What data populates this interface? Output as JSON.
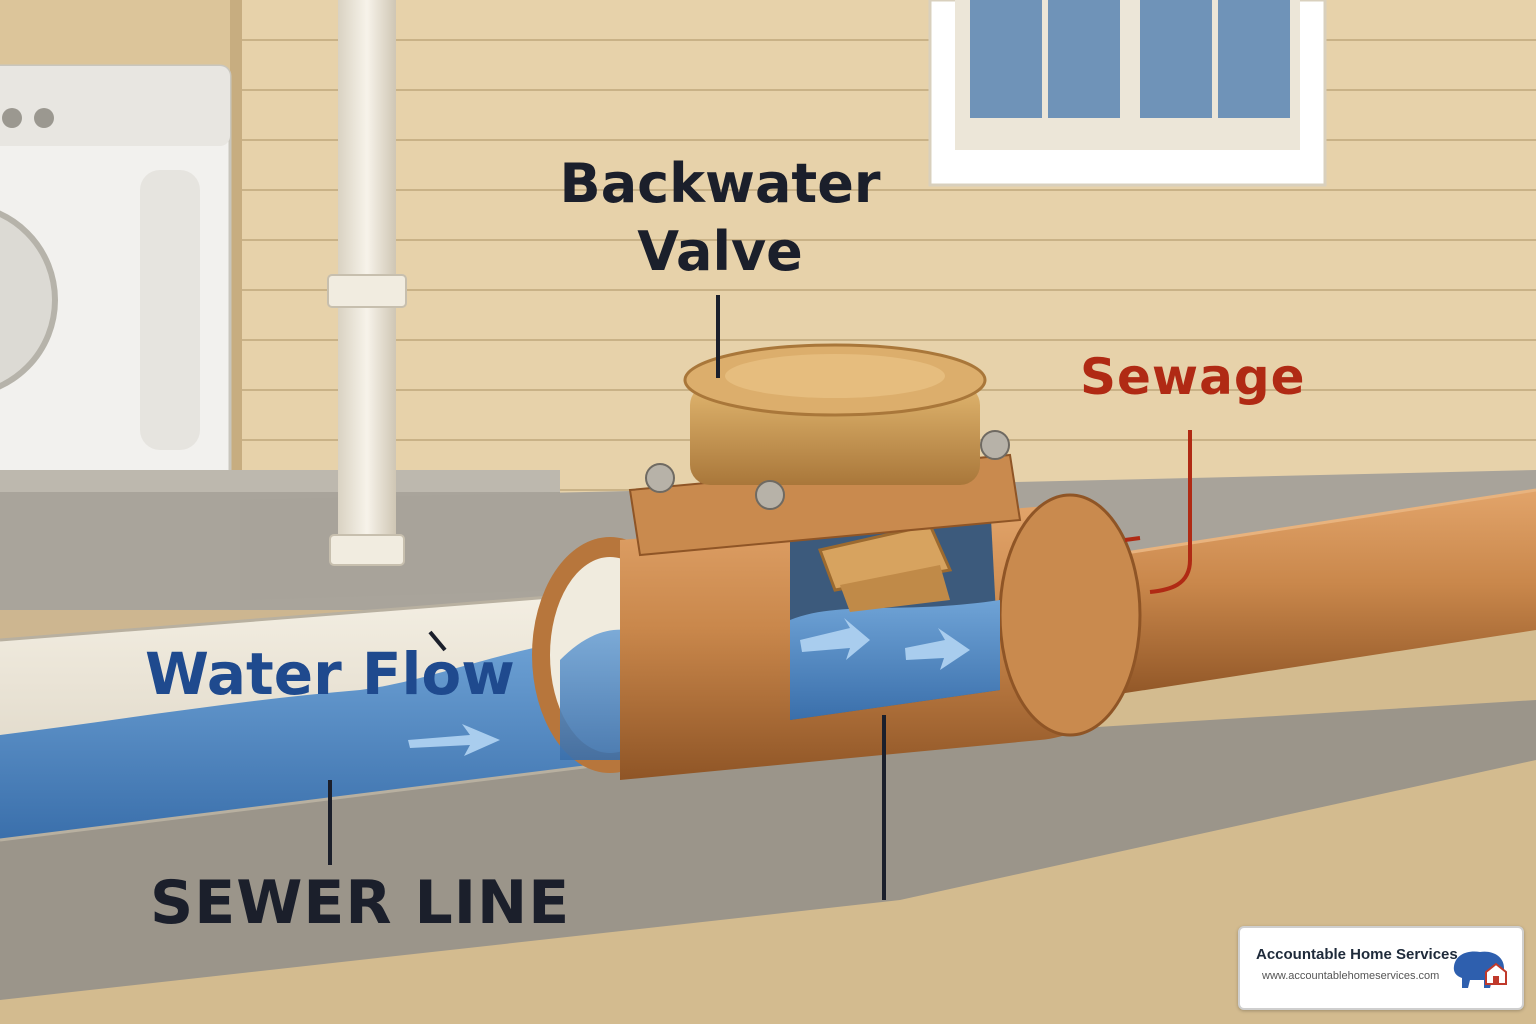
{
  "labels": {
    "backwater_valve": "Backwater\nValve",
    "sewage": "Sewage",
    "water_flow": "Water Flow",
    "sewer_line": "SEWER LINE"
  },
  "logo": {
    "name": "Accountable Home Services",
    "url": "www.accountablehomeservices.com",
    "mark_icon": "bison-house-icon"
  },
  "colors": {
    "siding": "#e7d2aa",
    "copper_pipe": "#c98a4e",
    "water": "#4f87c2",
    "sewage_text": "#b02a14",
    "water_text": "#1f4a8e",
    "dark_text": "#1b1f2b"
  }
}
